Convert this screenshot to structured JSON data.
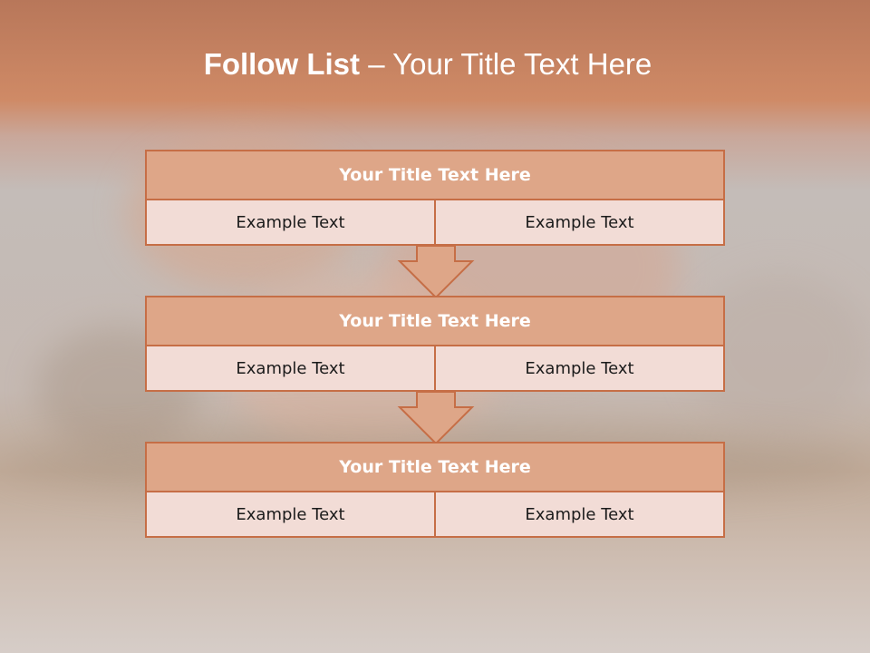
{
  "slide": {
    "title_bold": "Follow List ",
    "title_rest": " – Your Title Text Here"
  },
  "steps": [
    {
      "title": "Your Title Text Here",
      "left": "Example Text",
      "right": "Example Text"
    },
    {
      "title": "Your Title Text Here",
      "left": "Example Text",
      "right": "Example Text"
    },
    {
      "title": "Your Title Text Here",
      "left": "Example Text",
      "right": "Example Text"
    }
  ],
  "colors": {
    "accent": "#c66e46",
    "header_fill": "#dea688",
    "cell_fill": "#f2dcd6",
    "arrow_fill": "#dea688"
  }
}
